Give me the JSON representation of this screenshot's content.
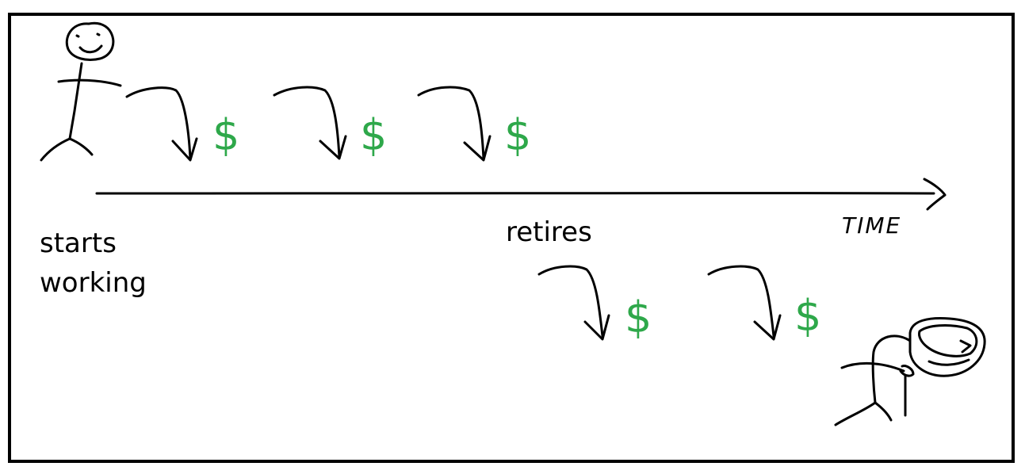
{
  "labels": {
    "start": [
      "starts",
      "working"
    ],
    "retire": "retires",
    "axis": "TIME"
  },
  "payments": {
    "symbol": "$",
    "color": "#2ea84a",
    "while_working": 3,
    "after_retiring": 2
  }
}
